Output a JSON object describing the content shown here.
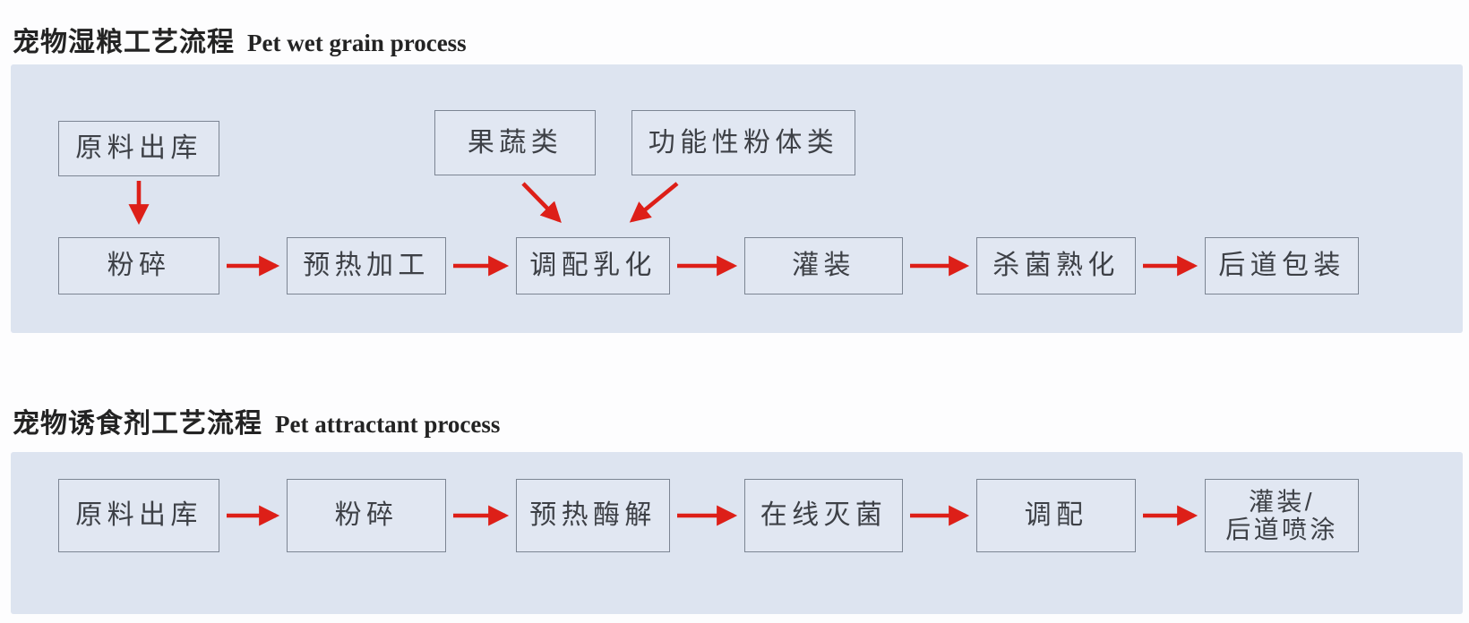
{
  "colors": {
    "panel_bg": "#dde4f0",
    "box_bg": "#e1e7f2",
    "box_border": "#7c8593",
    "arrow_red": "#dd1f18",
    "title_text": "#232323",
    "box_text": "#3d4046"
  },
  "flow1": {
    "title_zh": "宠物湿粮工艺流程",
    "title_en": "Pet wet grain process",
    "nodes": {
      "source": "原料出库",
      "input1": "果蔬类",
      "input2": "功能性粉体类",
      "step1": "粉碎",
      "step2": "预热加工",
      "step3": "调配乳化",
      "step4": "灌装",
      "step5": "杀菌熟化",
      "step6": "后道包装"
    }
  },
  "flow2": {
    "title_zh": "宠物诱食剂工艺流程",
    "title_en": "Pet attractant process",
    "nodes": {
      "step1": "原料出库",
      "step2": "粉碎",
      "step3": "预热酶解",
      "step4": "在线灭菌",
      "step5": "调配",
      "step6_line1": "灌装/",
      "step6_line2": "后道喷涂"
    }
  }
}
